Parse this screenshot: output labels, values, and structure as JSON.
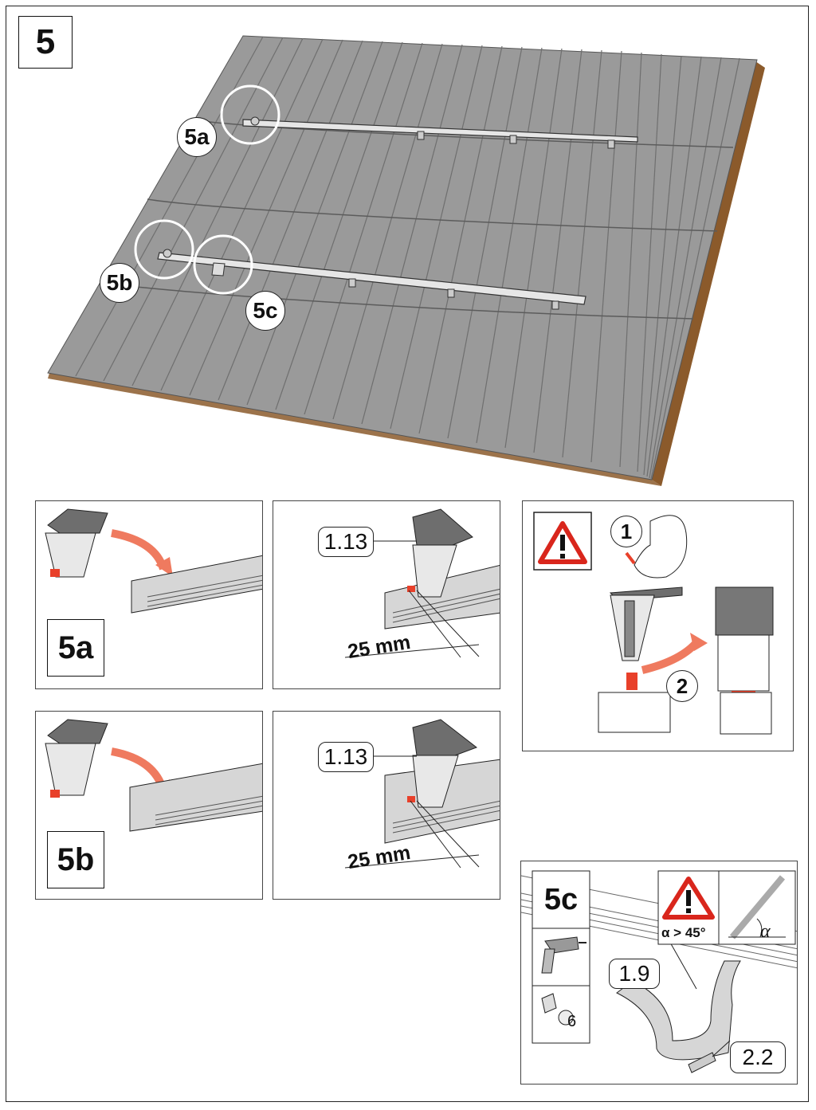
{
  "step": {
    "number": "5"
  },
  "overview": {
    "labels": [
      "5a",
      "5b",
      "5c"
    ]
  },
  "panel_5a": {
    "label": "5a"
  },
  "panel_5a_detail": {
    "part": "1.13",
    "dimension": "25 mm"
  },
  "panel_5b": {
    "label": "5b"
  },
  "panel_5b_detail": {
    "part": "1.13",
    "dimension": "25 mm"
  },
  "warning_panel": {
    "step1": "1",
    "step2": "2"
  },
  "panel_5c": {
    "label": "5c",
    "angle_condition": "α > 45°",
    "angle_symbol": "α",
    "part_hook": "1.9",
    "part_screw": "2.2",
    "tool_size": "6"
  },
  "colors": {
    "roof": "#9a9a9a",
    "tile_dark": "#7d7d7d",
    "batten": "#8b5a2b",
    "accent_red": "#e8402a",
    "arrow": "#ef7a5f",
    "warning": "#d9261c"
  }
}
